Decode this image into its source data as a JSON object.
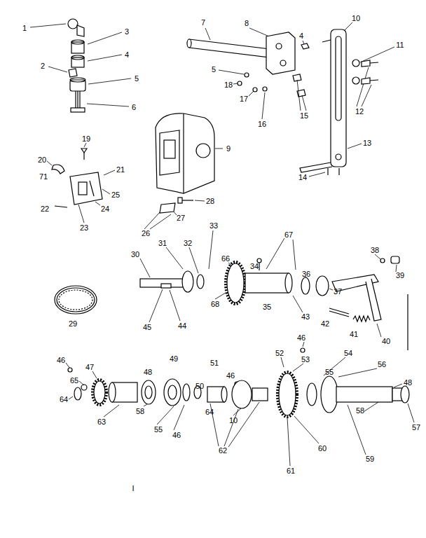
{
  "diagram": {
    "labels": [
      "1",
      "3",
      "2",
      "4",
      "5",
      "6",
      "7",
      "8",
      "4",
      "10",
      "11",
      "5",
      "18",
      "17",
      "16",
      "15",
      "12",
      "13",
      "14",
      "9",
      "19",
      "20",
      "21",
      "71",
      "25",
      "22",
      "24",
      "23",
      "28",
      "27",
      "26",
      "33",
      "67",
      "30",
      "31",
      "32",
      "66",
      "34",
      "38",
      "39",
      "36",
      "37",
      "35",
      "43",
      "68",
      "45",
      "44",
      "42",
      "41",
      "40",
      "29",
      "46",
      "52",
      "53",
      "54",
      "55",
      "56",
      "48",
      "57",
      "58",
      "59",
      "60",
      "61",
      "62",
      "10",
      "64",
      "51",
      "46",
      "50",
      "49",
      "48",
      "55",
      "46",
      "58",
      "63",
      "64",
      "65",
      "47",
      "46",
      "I"
    ]
  }
}
